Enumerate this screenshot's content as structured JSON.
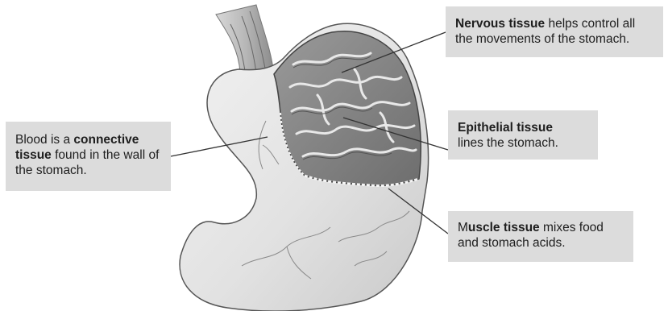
{
  "labels": {
    "nervous": {
      "bold": "Nervous tissue",
      "rest": " helps control all the movements of the stomach."
    },
    "blood": {
      "lead": "Blood is a ",
      "bold": "connective tissue",
      "rest": " found in the wall of the stomach."
    },
    "epithelial": {
      "bold": "Epithelial tissue",
      "rest": "lines the stomach."
    },
    "muscle": {
      "lead": "M",
      "bold": "uscle tissue",
      "rest": " mixes food and stomach acids."
    }
  },
  "colors": {
    "label_box": "#dcdcdc",
    "leader_line": "#333333",
    "stomach_outer": "#e6e6e6",
    "stomach_inner": "#8c8c8c"
  }
}
